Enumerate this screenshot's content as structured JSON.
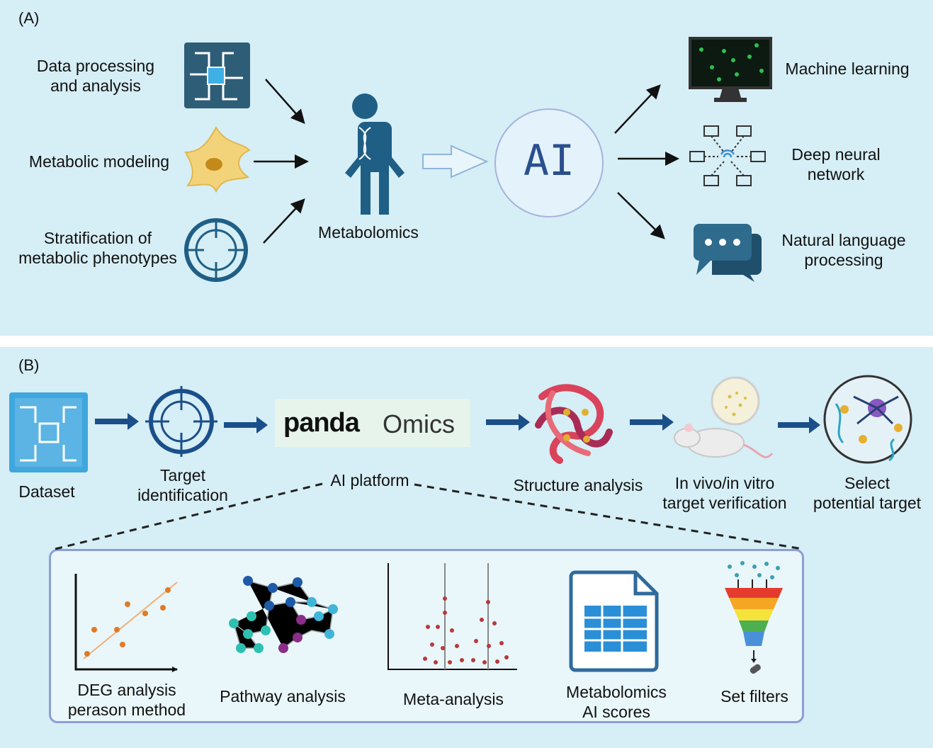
{
  "panel_a": {
    "tag": "(A)",
    "inputs": [
      {
        "line1": "Data processing",
        "line2": "and analysis"
      },
      {
        "line1": "Metabolic modeling",
        "line2": ""
      },
      {
        "line1": "Stratification of",
        "line2": "metabolic phenotypes"
      }
    ],
    "center_label": "Metabolomics",
    "ai_label": "AI",
    "outputs": [
      {
        "line1": "Machine learning",
        "line2": ""
      },
      {
        "line1": "Deep neural",
        "line2": "network"
      },
      {
        "line1": "Natural language",
        "line2": "processing"
      }
    ]
  },
  "panel_b": {
    "tag": "(B)",
    "logo_panda": "panda",
    "logo_omics": "Omics",
    "steps": [
      {
        "line1": "Dataset",
        "line2": ""
      },
      {
        "line1": "Target",
        "line2": "identification"
      },
      {
        "line1": "AI platform",
        "line2": ""
      },
      {
        "line1": "Structure analysis",
        "line2": ""
      },
      {
        "line1": "In vivo/in vitro",
        "line2": "target verification"
      },
      {
        "line1": "Select",
        "line2": "potential target"
      }
    ],
    "modules": [
      {
        "line1": "DEG analysis",
        "line2": "perason method"
      },
      {
        "line1": "Pathway analysis",
        "line2": ""
      },
      {
        "line1": "Meta-analysis",
        "line2": ""
      },
      {
        "line1": "Metabolomics",
        "line2": "AI scores"
      },
      {
        "line1": "Set filters",
        "line2": ""
      }
    ]
  },
  "icons": [
    "circuit-chip-icon",
    "neuron-cell-icon",
    "target-crosshair-icon",
    "human-dna-icon",
    "monitor-icon",
    "network-icon",
    "chat-bubbles-icon",
    "protein-structure-icon",
    "mouse-petri-icon",
    "molecule-target-icon",
    "scatter-plot-icon",
    "network-graph-icon",
    "dot-plot-icon",
    "spreadsheet-file-icon",
    "funnel-icon"
  ],
  "colors": {
    "panel_bg": "#d6eef5",
    "accent_blue": "#1f5f86",
    "dark_blue": "#1b4f8a",
    "ai_text": "#2a4f8f"
  }
}
